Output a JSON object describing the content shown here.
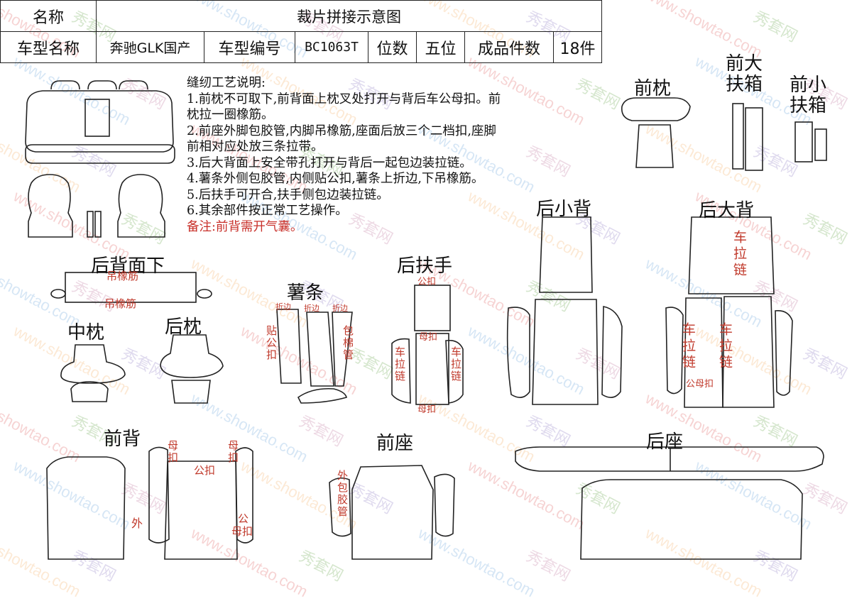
{
  "header": {
    "name_label": "名称",
    "title": "裁片拼接示意图",
    "model_name_label": "车型名称",
    "model_name": "奔驰GLK国产",
    "model_code_label": "车型编号",
    "model_code": "BC1063T",
    "seats_label": "位数",
    "seats": "五位",
    "pieces_label": "成品件数",
    "pieces": "18件"
  },
  "notes": {
    "title": "缝纫工艺说明:",
    "lines": [
      "1.前枕不可取下,前背面上枕叉处打开与背后车公母扣。前",
      "枕拉一圈橡筋。",
      "2.前座外脚包胶管,内脚吊橡筋,座面后放三个二档扣,座脚",
      "前相对应处放三条拉带。",
      "3.后大背面上安全带孔打开与背后一起包边装拉链。",
      "4.薯条外侧包胶管,内侧贴公扣,薯条上折边,下吊橡筋。",
      "5.后扶手可开合,扶手侧包边装拉链。",
      "6.其余部件按正常工艺操作。"
    ],
    "remark": "备注:前背需开气囊。"
  },
  "parts": {
    "front_headrest": "前枕",
    "front_big_box": "前大扶箱",
    "front_small_box": "前小扶箱",
    "rear_small_back": "后小背",
    "rear_big_back": "后大背",
    "rear_back_lower": "后背面下",
    "fries": "薯条",
    "rear_armrest": "后扶手",
    "middle_headrest": "中枕",
    "rear_headrest": "后枕",
    "front_back": "前背",
    "front_seat": "前座",
    "rear_seat": "后座"
  },
  "annotations": {
    "elastic_1": "吊橡筋",
    "elastic_2": "吊橡筋",
    "fold_1": "折边",
    "fold_2": "折边",
    "fold_3": "折边",
    "stick_male": "贴公扣",
    "wrap_tube": "包棉管",
    "armrest_male": "公扣",
    "armrest_female_top": "母扣",
    "armrest_female_bottom": "母扣",
    "armrest_zip_left": "车拉链",
    "armrest_zip_right": "车拉链",
    "big_back_zip": "车拉链",
    "big_back_zip_left": "车拉链",
    "big_back_zip_right": "车拉链",
    "big_back_snaps": "公母扣",
    "fb_female_1": "母扣",
    "fb_female_2": "母扣",
    "fb_male_top": "公扣",
    "fb_outer": "外",
    "fb_male_bottom": "公",
    "fb_female_bottom": "母扣",
    "seat_outer_tube": "外包胶管"
  },
  "watermark": {
    "brand": "秀套网",
    "url": "www.showtao.com"
  }
}
